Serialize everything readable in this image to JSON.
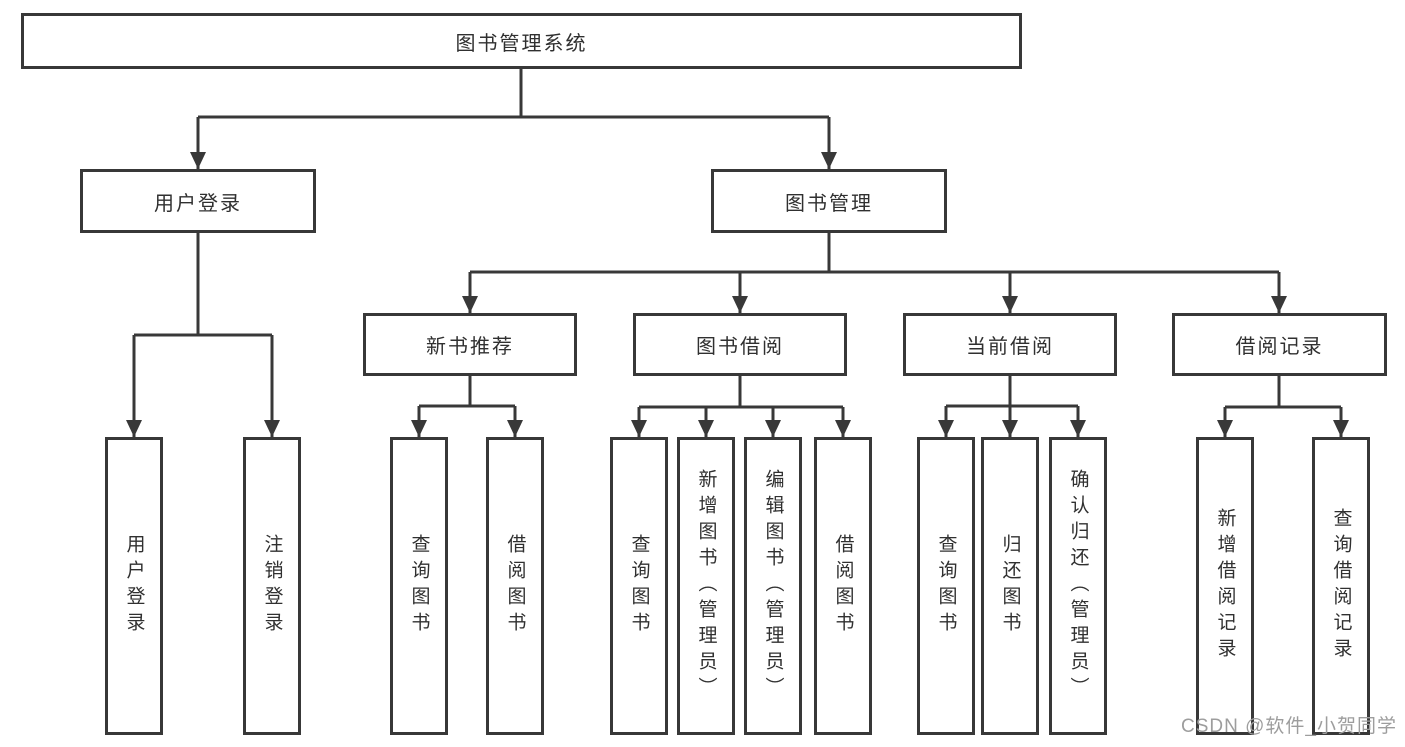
{
  "diagram": {
    "root": {
      "label": "图书管理系统"
    },
    "branches": [
      {
        "label": "用户登录",
        "children": [
          {
            "label": "用户登录"
          },
          {
            "label": "注销登录"
          }
        ]
      },
      {
        "label": "图书管理",
        "children": [
          {
            "label": "新书推荐",
            "children": [
              {
                "label": "查询图书"
              },
              {
                "label": "借阅图书"
              }
            ]
          },
          {
            "label": "图书借阅",
            "children": [
              {
                "label": "查询图书"
              },
              {
                "label": "新增图书（管理员）"
              },
              {
                "label": "编辑图书（管理员）"
              },
              {
                "label": "借阅图书"
              }
            ]
          },
          {
            "label": "当前借阅",
            "children": [
              {
                "label": "查询图书"
              },
              {
                "label": "归还图书"
              },
              {
                "label": "确认归还（管理员）"
              }
            ]
          },
          {
            "label": "借阅记录",
            "children": [
              {
                "label": "新增借阅记录"
              },
              {
                "label": "查询借阅记录"
              }
            ]
          }
        ]
      }
    ]
  },
  "watermark": {
    "text": "CSDN @软件_小贺同学"
  },
  "colors": {
    "line": "#383838",
    "text": "#303030",
    "watermark": "#9d9d9d",
    "background": "#ffffff"
  }
}
